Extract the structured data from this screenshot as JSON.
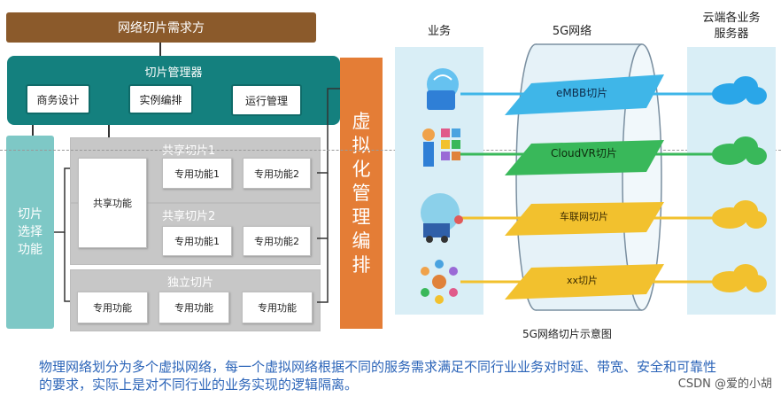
{
  "left": {
    "top_bar": "网络切片需求方",
    "manager": {
      "title": "切片管理器",
      "buttons": [
        "商务设计",
        "实例编排",
        "运行管理"
      ]
    },
    "slice_select": "切片\n选择\n功能",
    "shared_function": "共享功能",
    "shared_slice_1": {
      "title": "共享切片1",
      "funcs": [
        "专用功能1",
        "专用功能2"
      ]
    },
    "shared_slice_2": {
      "title": "共享切片2",
      "funcs": [
        "专用功能1",
        "专用功能2"
      ]
    },
    "independent_slice": {
      "title": "独立切片",
      "funcs": [
        "专用功能",
        "专用功能",
        "专用功能"
      ]
    },
    "virtualization": "虚\n拟\n化\n管\n理\n编\n排"
  },
  "right": {
    "col_business": "业务",
    "col_5g": "5G网络",
    "col_cloud": "云端各业务\n服务器",
    "slices": [
      "eMBB切片",
      "CloudVR切片",
      "车联网切片",
      "xx切片"
    ],
    "slice_colors": [
      "#3fb6e8",
      "#39b85a",
      "#f2c12e",
      "#f2c12e"
    ],
    "figure_caption": "5G网络切片示意图"
  },
  "caption": "物理网络划分为多个虚拟网络，每一个虚拟网络根据不同的服务需求满足不同行业业务对时延、带宽、安全和可靠性的要求，实际上是对不同行业的业务实现的逻辑隔离。",
  "watermark": "CSDN @爱的小胡"
}
